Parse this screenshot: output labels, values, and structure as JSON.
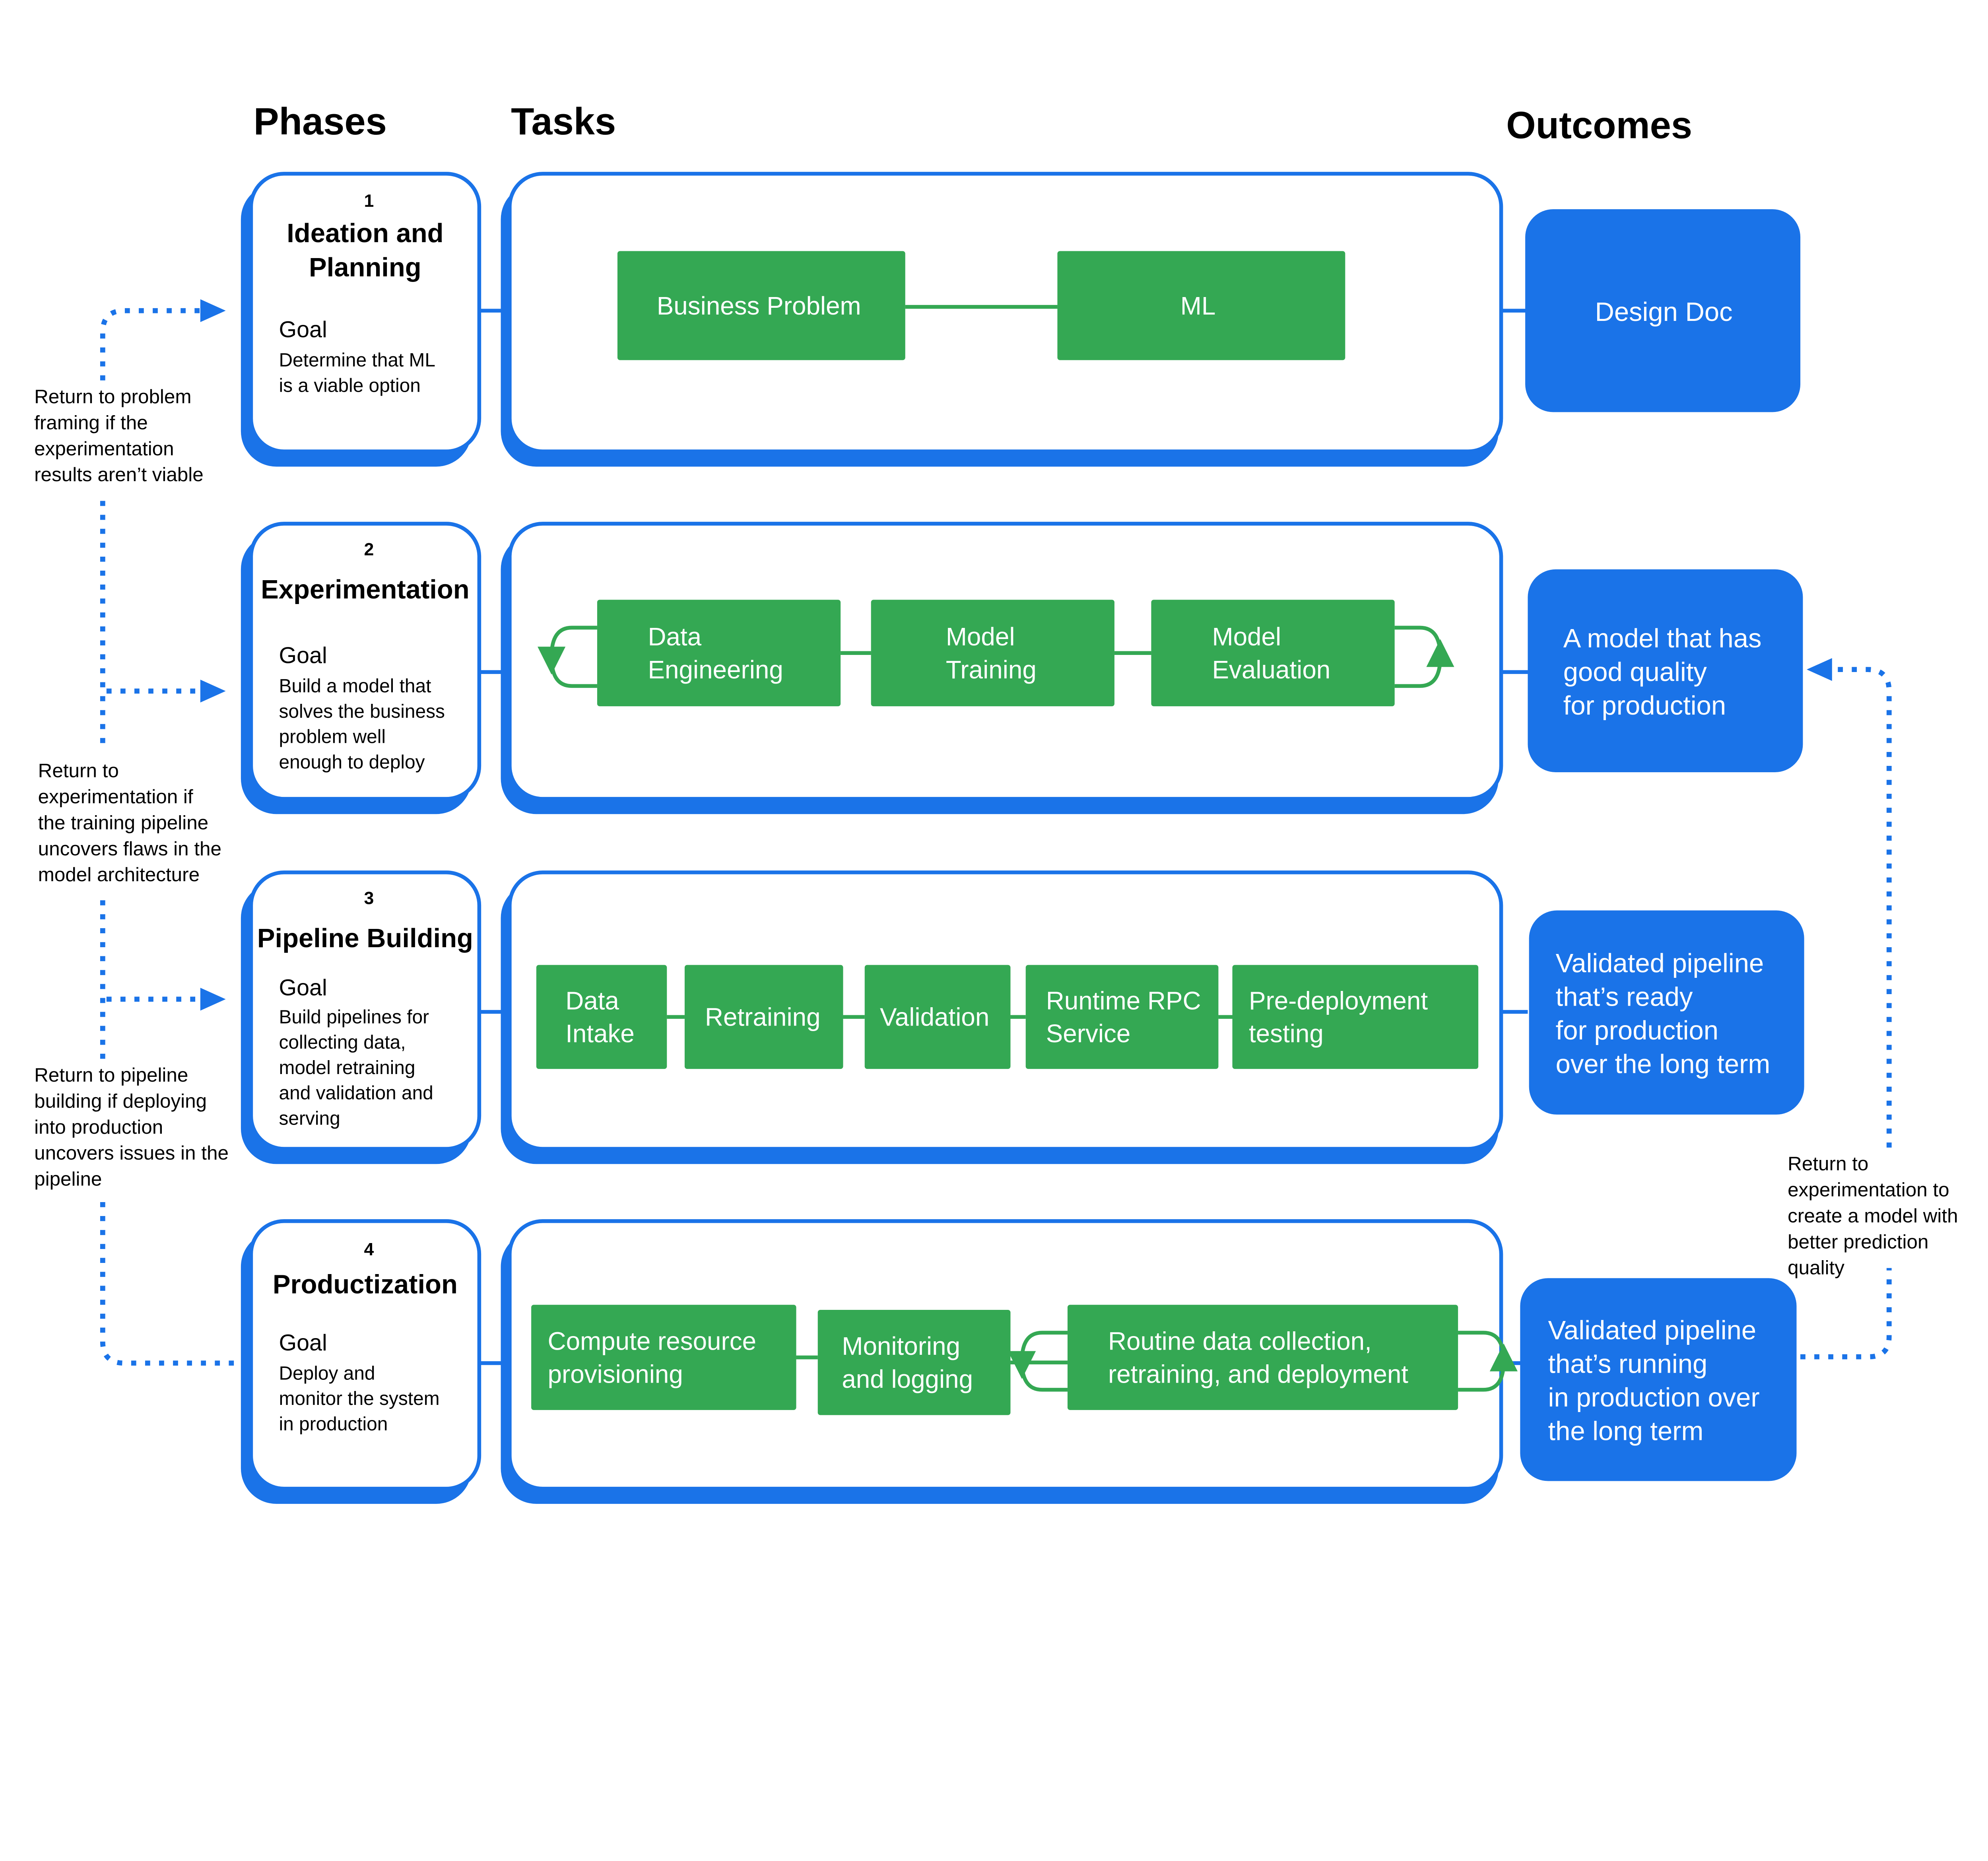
{
  "headers": {
    "phases": "Phases",
    "tasks": "Tasks",
    "outcomes": "Outcomes"
  },
  "colors": {
    "blue": "#1a73e8",
    "green": "#34a853"
  },
  "phases": [
    {
      "number": "1",
      "title": [
        "Ideation and",
        "Planning"
      ],
      "goal_label": "Goal",
      "goal": [
        "Determine that ML",
        "is a viable option"
      ]
    },
    {
      "number": "2",
      "title": [
        "Experimentation"
      ],
      "goal_label": "Goal",
      "goal": [
        "Build a model that",
        "solves the business",
        "problem well",
        "enough to deploy"
      ]
    },
    {
      "number": "3",
      "title": [
        "Pipeline Building"
      ],
      "goal_label": "Goal",
      "goal": [
        "Build pipelines for",
        "collecting data,",
        "model retraining",
        "and validation and",
        "serving"
      ]
    },
    {
      "number": "4",
      "title": [
        "Productization"
      ],
      "goal_label": "Goal",
      "goal": [
        "Deploy and",
        "monitor the system",
        "in production"
      ]
    }
  ],
  "tasks": [
    [
      [
        "Business Problem"
      ],
      [
        "ML"
      ]
    ],
    [
      [
        "Data",
        "Engineering"
      ],
      [
        "Model",
        "Training"
      ],
      [
        "Model",
        "Evaluation"
      ]
    ],
    [
      [
        "Data",
        "Intake"
      ],
      [
        "Retraining"
      ],
      [
        "Validation"
      ],
      [
        "Runtime RPC",
        "Service"
      ],
      [
        "Pre-deployment",
        "testing"
      ]
    ],
    [
      [
        "Compute  resource",
        "provisioning"
      ],
      [
        "Monitoring",
        "and logging"
      ],
      [
        "Routine data collection,",
        "retraining, and deployment"
      ]
    ]
  ],
  "outcomes": [
    [
      "Design Doc"
    ],
    [
      "A model that has",
      "good quality",
      "for production"
    ],
    [
      "Validated pipeline",
      "that’s ready",
      "for production",
      "over the long term"
    ],
    [
      "Validated pipeline",
      "that’s running",
      "in production over",
      "the long term"
    ]
  ],
  "notes": {
    "return_problem_framing": [
      "Return to problem",
      "framing if the",
      "experimentation",
      "results aren’t viable"
    ],
    "return_experimentation": [
      "Return to",
      "experimentation if",
      "the training pipeline",
      "uncovers flaws in the",
      "model architecture"
    ],
    "return_pipeline_building": [
      "Return to pipeline",
      "building if deploying",
      "into production",
      "uncovers issues in the",
      "pipeline"
    ],
    "return_experimentation_better": [
      "Return to",
      "experimentation to",
      "create a model with",
      "better prediction",
      "quality"
    ]
  }
}
